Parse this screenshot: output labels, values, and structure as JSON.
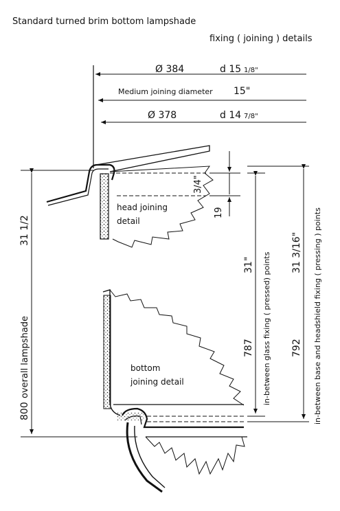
{
  "title_line1": "Standard  turned brim bottom  lampshade",
  "title_line2": "fixing ( joining ) details",
  "dim_top_outer_phi": "Ø 384",
  "dim_top_outer_in_d": "d 15",
  "dim_top_outer_in_frac": "1/8\"",
  "dim_medium_label": "Medium joining diameter",
  "dim_medium_value": "15\"",
  "dim_inner_phi": "Ø 378",
  "dim_inner_in_d": "d 14",
  "dim_inner_in_frac": "7/8\"",
  "dim_three_quarter": "3/4\"",
  "dim_19": "19",
  "label_head_joining_1": "head joining",
  "label_head_joining_2": "detail",
  "label_bottom_joining_1": "bottom",
  "label_bottom_joining_2": "joining detail",
  "overall_in": "31 1/2",
  "overall_label": "overall  lampshade",
  "overall_mm": "800",
  "glass_in": "31\"",
  "glass_mm": "787",
  "glass_label": "in-between glass fixing ( pressed) points",
  "head_in": "31 3/16\"",
  "head_mm": "792",
  "head_label": "in-between base  and  headshield  fixing ( pressing ) points"
}
